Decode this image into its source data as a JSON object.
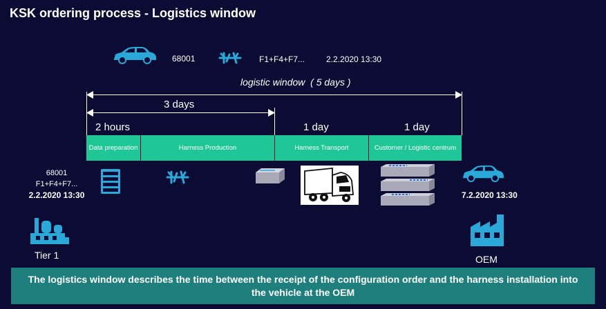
{
  "title": "KSK ordering process - Logistics window",
  "order": {
    "number": "68001",
    "config": "F1+F4+F7...",
    "timestamp": "2.2.2020 13:30"
  },
  "logistic_window_label": "logistic window",
  "logistic_window_duration": "( 5 days )",
  "durations": {
    "three_days": "3 days",
    "two_hours": "2 hours",
    "one_day_transport": "1 day",
    "one_day_customer": "1 day"
  },
  "phases": [
    {
      "label": "Data preparation"
    },
    {
      "label": "Harness Production"
    },
    {
      "label": "Harness Transport"
    },
    {
      "label": "Customer / Logistic centrum"
    }
  ],
  "tier1": {
    "order_number": "68001",
    "config": "F1+F4+F7...",
    "timestamp": "2.2.2020 13:30",
    "label": "Tier 1"
  },
  "oem": {
    "timestamp": "7.2.2020 13:30",
    "label": "OEM"
  },
  "banner_text": "The logistics window describes the time between the receipt of the configuration order and the harness installation into the vehicle at the OEM",
  "colors": {
    "background": "#0b0b33",
    "phase_green": "#1fc796",
    "banner_teal": "#1f7f7d",
    "icon_blue": "#2aa8d8"
  },
  "icons": [
    "car-icon",
    "wire-harness-icon",
    "server-icon",
    "box-icon",
    "truck-icon",
    "shelf-icon",
    "factory-icon"
  ]
}
